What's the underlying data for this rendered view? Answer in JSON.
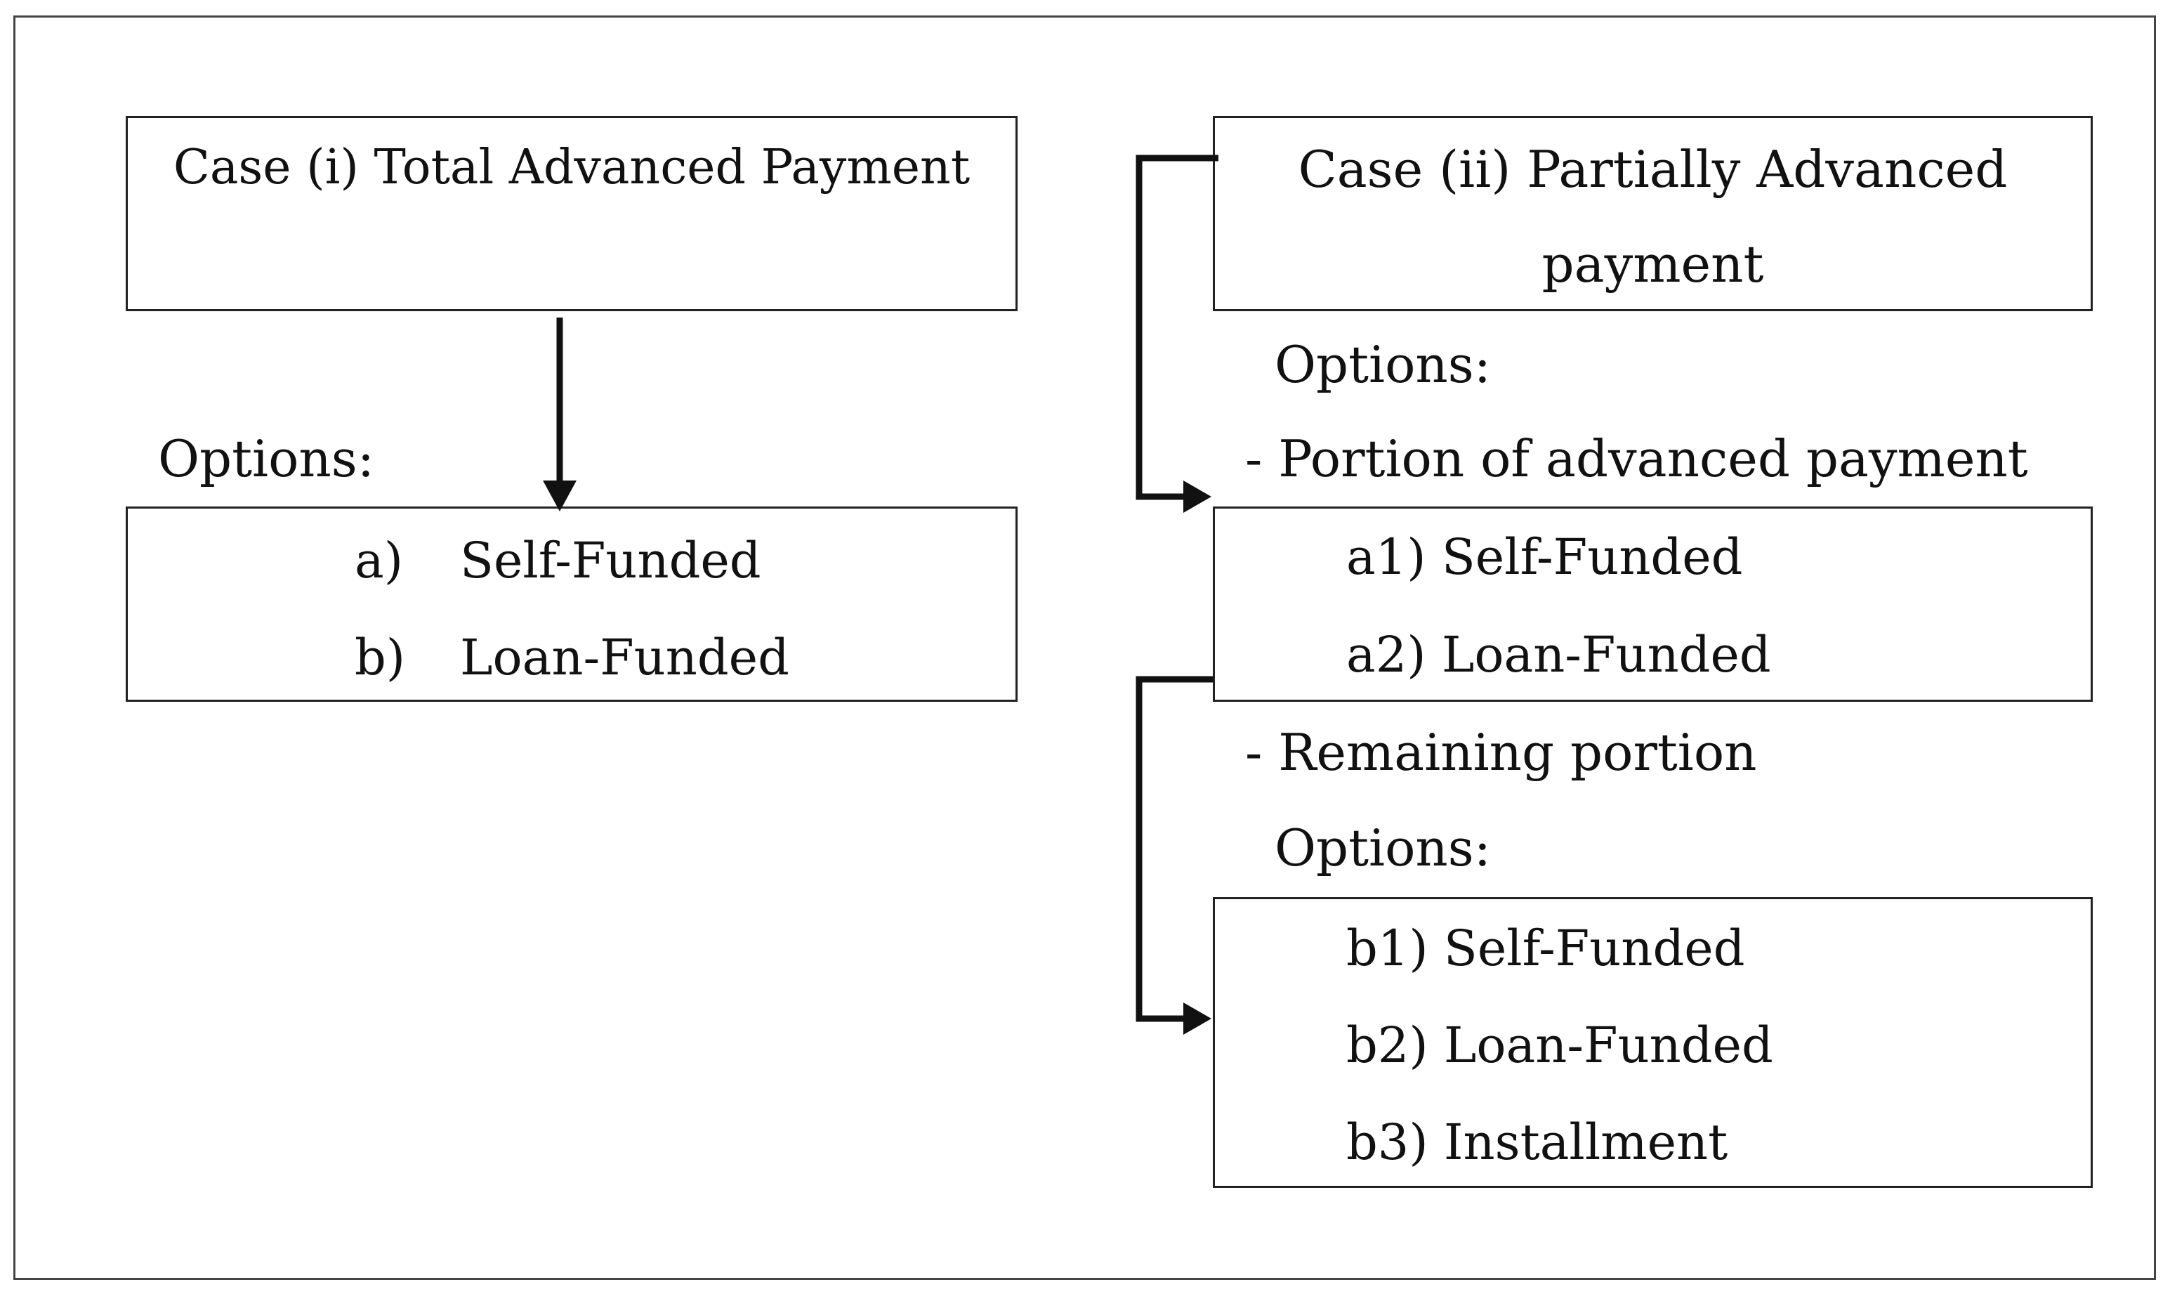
{
  "case1": {
    "title": "Case (i) Total Advanced Payment",
    "options_label": "Options:",
    "items": [
      {
        "marker": "a)",
        "label": "Self-Funded"
      },
      {
        "marker": "b)",
        "label": "Loan-Funded"
      }
    ]
  },
  "case2": {
    "title_line1": "Case (ii) Partially Advanced",
    "title_line2": "payment",
    "options_label": "Options:",
    "portion_label": "- Portion of advanced payment",
    "portion_items": [
      "a1) Self-Funded",
      "a2) Loan-Funded"
    ],
    "remaining_label": "- Remaining portion",
    "remaining_options_label": "Options:",
    "remaining_items": [
      "b1) Self-Funded",
      "b2) Loan-Funded",
      "b3) Installment"
    ]
  },
  "colors": {
    "stroke": "#111111",
    "frame": "#444444"
  }
}
